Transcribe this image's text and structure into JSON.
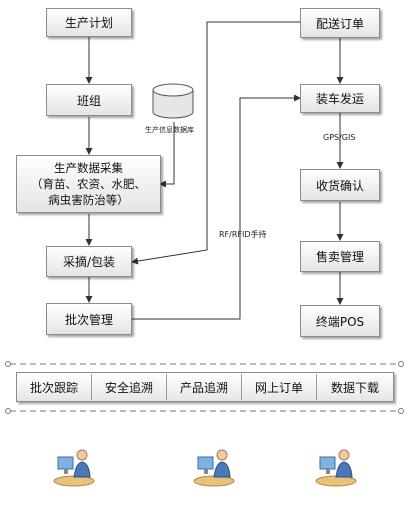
{
  "left_flow": {
    "plan": "生产计划",
    "team": "班组",
    "collect_line1": "生产数据采集",
    "collect_line2": "（育苗、农资、水肥、",
    "collect_line3": "病虫害防治等）",
    "pick": "采摘/包装",
    "batch": "批次管理"
  },
  "right_flow": {
    "order": "配送订单",
    "ship": "装车发运",
    "receive": "收货确认",
    "sales": "售卖管理",
    "pos": "终端POS"
  },
  "database_label": "生产信息数据库",
  "link_labels": {
    "gps": "GPS/GIS",
    "rfid": "RF/RFID手持"
  },
  "service_bar": [
    "批次跟踪",
    "安全追溯",
    "产品追溯",
    "网上订单",
    "数据下载"
  ],
  "colors": {
    "border": "#8c8c8c",
    "line": "#333333",
    "dash": "#7a7a7a"
  },
  "icons": [
    "database-icon",
    "user-workstation-icon"
  ]
}
